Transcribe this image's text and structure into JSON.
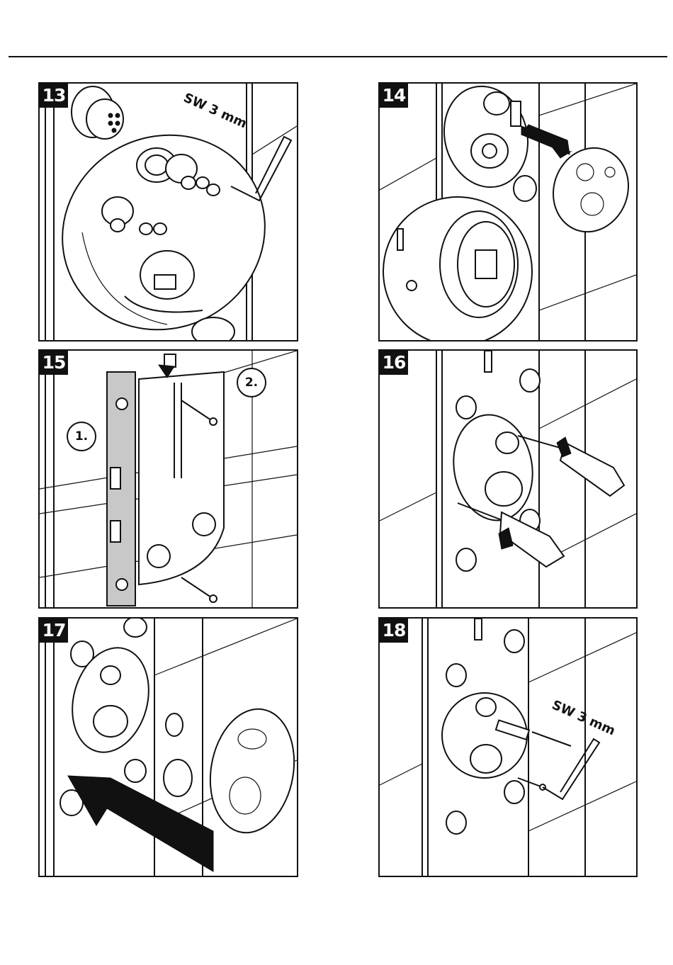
{
  "page": {
    "background": "#ffffff",
    "line_color": "#111111",
    "shade_color": "#c8c8c8"
  },
  "steps": [
    {
      "number": "13",
      "annotation": "SW 3 mm"
    },
    {
      "number": "14"
    },
    {
      "number": "15",
      "callouts": [
        "1.",
        "2."
      ]
    },
    {
      "number": "16"
    },
    {
      "number": "17"
    },
    {
      "number": "18",
      "annotation": "SW 3 mm"
    }
  ]
}
